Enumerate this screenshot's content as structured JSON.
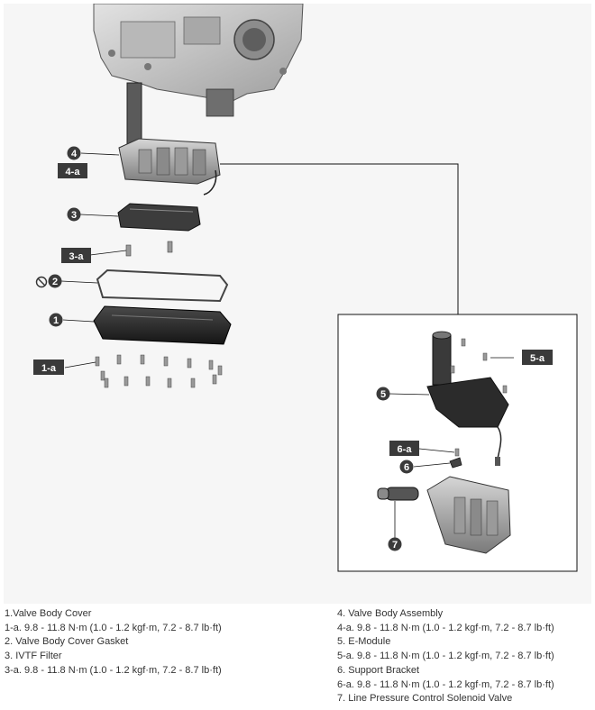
{
  "callouts": {
    "c1": "1",
    "c2": "2",
    "c3": "3",
    "c4": "4",
    "c5": "5",
    "c6": "6",
    "c7": "7"
  },
  "tags": {
    "t1a": "1-a",
    "t3a": "3-a",
    "t4a": "4-a",
    "t5a": "5-a",
    "t6a": "6-a"
  },
  "legend": {
    "left": [
      "1.Valve Body Cover",
      "1-a. 9.8 - 11.8 N·m (1.0 - 1.2 kgf·m, 7.2 - 8.7 lb·ft)",
      "2. Valve Body Cover Gasket",
      "3. IVTF Filter",
      "3-a. 9.8 - 11.8 N·m (1.0 - 1.2 kgf·m, 7.2 - 8.7 lb·ft)"
    ],
    "right": [
      "4. Valve Body Assembly",
      "4-a. 9.8 - 11.8 N·m (1.0 - 1.2 kgf·m, 7.2 - 8.7 lb·ft)",
      "5. E-Module",
      "5-a. 9.8 - 11.8 N·m (1.0 - 1.2 kgf·m, 7.2 - 8.7 lb·ft)",
      "6. Support Bracket",
      "6-a. 9.8 - 11.8 N·m (1.0 - 1.2 kgf·m, 7.2 - 8.7 lb·ft)",
      "7. Line Pressure Control Solenoid Valve"
    ]
  },
  "colors": {
    "callout_fill": "#3a3a3a",
    "tag_fill": "#3a3a3a",
    "part_dark": "#2a2a2a",
    "part_mid": "#8a8a8a",
    "part_light": "#cfcfcf"
  }
}
